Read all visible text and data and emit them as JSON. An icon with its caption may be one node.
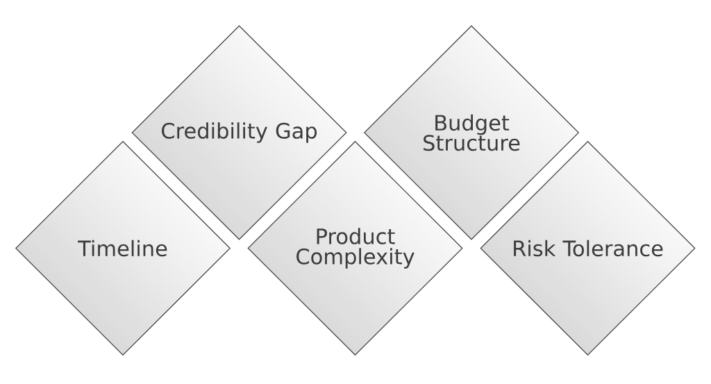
{
  "diagram": {
    "nodes": [
      {
        "text": [
          "Timeline"
        ]
      },
      {
        "text": [
          "Credibility Gap"
        ]
      },
      {
        "text": [
          "Product Complexity"
        ]
      },
      {
        "text": [
          "Budget Structure"
        ]
      },
      {
        "text": [
          "Risk Tolerance"
        ]
      }
    ]
  }
}
